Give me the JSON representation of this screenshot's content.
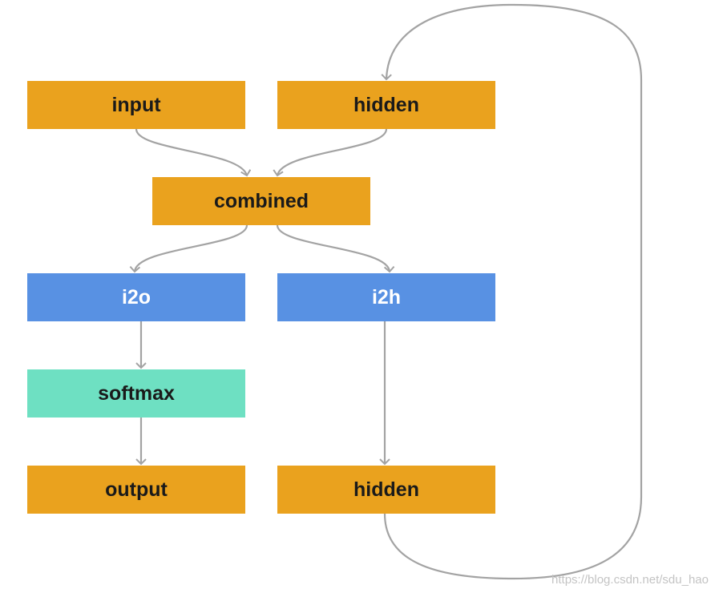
{
  "colors": {
    "orange": "#EAA21E",
    "blue": "#5891E3",
    "green": "#6EE0C2",
    "edge": "#a3a3a3"
  },
  "nodes": {
    "input": {
      "label": "input",
      "color": "orange"
    },
    "hidden": {
      "label": "hidden",
      "color": "orange"
    },
    "combined": {
      "label": "combined",
      "color": "orange"
    },
    "i2o": {
      "label": "i2o",
      "color": "blue"
    },
    "i2h": {
      "label": "i2h",
      "color": "blue"
    },
    "softmax": {
      "label": "softmax",
      "color": "green"
    },
    "output": {
      "label": "output",
      "color": "orange"
    },
    "hidden2": {
      "label": "hidden",
      "color": "orange"
    }
  },
  "edges": [
    {
      "from": "input",
      "to": "combined"
    },
    {
      "from": "hidden",
      "to": "combined"
    },
    {
      "from": "combined",
      "to": "i2o"
    },
    {
      "from": "combined",
      "to": "i2h"
    },
    {
      "from": "i2o",
      "to": "softmax"
    },
    {
      "from": "softmax",
      "to": "output"
    },
    {
      "from": "i2h",
      "to": "hidden2"
    },
    {
      "from": "hidden2",
      "to": "hidden",
      "kind": "loop"
    }
  ],
  "watermark": "https://blog.csdn.net/sdu_hao"
}
